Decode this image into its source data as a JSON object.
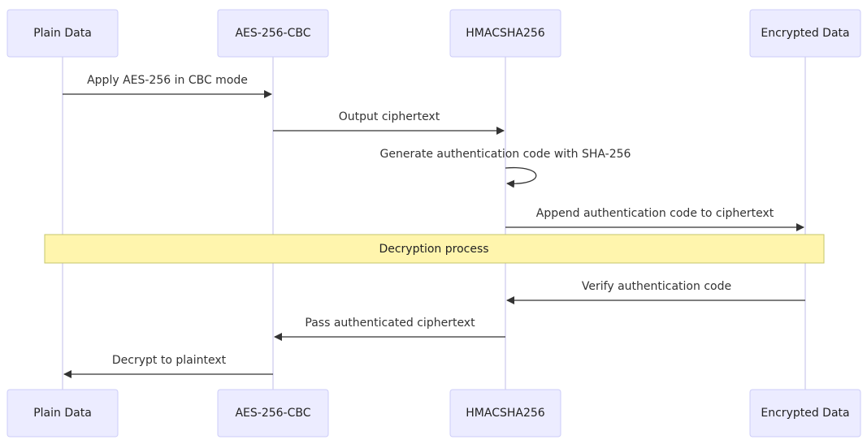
{
  "diagram": {
    "participants": [
      {
        "id": "plain",
        "label": "Plain Data"
      },
      {
        "id": "aes",
        "label": "AES-256-CBC"
      },
      {
        "id": "hmac",
        "label": "HMACSHA256"
      },
      {
        "id": "enc",
        "label": "Encrypted Data"
      }
    ],
    "messages": [
      {
        "from": "plain",
        "to": "aes",
        "label": "Apply AES-256 in CBC mode"
      },
      {
        "from": "aes",
        "to": "hmac",
        "label": "Output ciphertext"
      },
      {
        "from": "hmac",
        "to": "hmac",
        "label": "Generate authentication code with SHA-256"
      },
      {
        "from": "hmac",
        "to": "enc",
        "label": "Append authentication code to ciphertext"
      },
      {
        "from": "enc",
        "to": "hmac",
        "label": "Verify authentication code"
      },
      {
        "from": "hmac",
        "to": "aes",
        "label": "Pass authenticated ciphertext"
      },
      {
        "from": "aes",
        "to": "plain",
        "label": "Decrypt to plaintext"
      }
    ],
    "note": {
      "label": "Decryption process",
      "after_message": 3,
      "spans": [
        "plain",
        "enc"
      ]
    }
  }
}
